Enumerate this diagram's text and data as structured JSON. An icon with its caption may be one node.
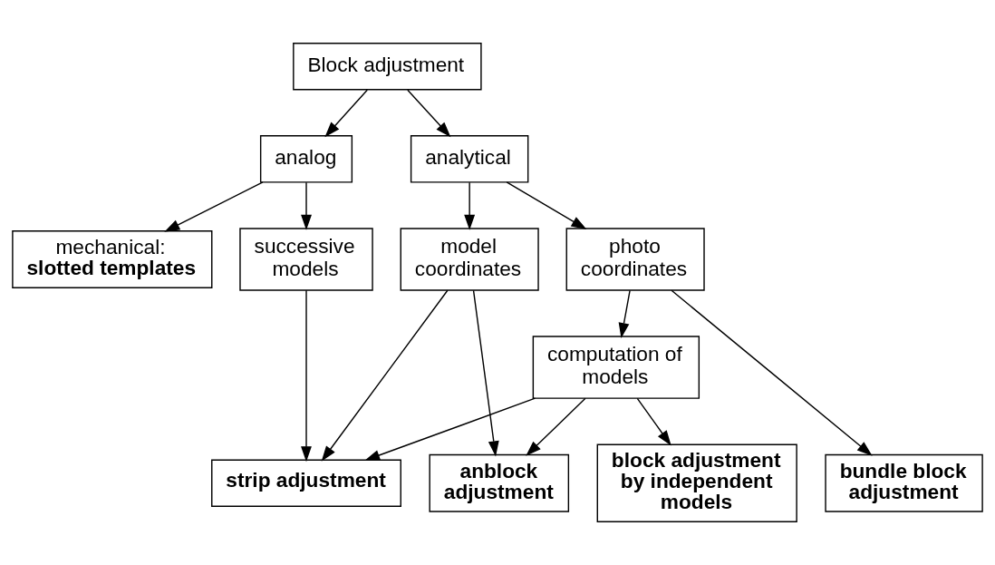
{
  "diagram": {
    "nodes": [
      {
        "text": [
          "Block adjustment"
        ]
      },
      {
        "text": [
          "analog"
        ]
      },
      {
        "text": [
          "analytical"
        ]
      },
      {
        "text": [
          "mechanical:",
          "slotted templates"
        ]
      },
      {
        "text": [
          "successive models"
        ]
      },
      {
        "text": [
          "model coordinates"
        ]
      },
      {
        "text": [
          "photo coordinates"
        ]
      },
      {
        "text": [
          "computation of models"
        ]
      },
      {
        "text": [
          "strip adjustment"
        ]
      },
      {
        "text": [
          "anblock adjustment"
        ]
      },
      {
        "text": [
          "block adjustment by independent models"
        ]
      },
      {
        "text": [
          "bundle block adjustment"
        ]
      }
    ],
    "edges": [
      {
        "from": 0,
        "to": 1,
        "arrow": "to"
      },
      {
        "from": 0,
        "to": 2,
        "arrow": "to"
      },
      {
        "from": 1,
        "to": 3,
        "arrow": "to"
      },
      {
        "from": 1,
        "to": 4,
        "arrow": "to"
      },
      {
        "from": 2,
        "to": 5,
        "arrow": "to"
      },
      {
        "from": 2,
        "to": 6,
        "arrow": "to"
      },
      {
        "from": 4,
        "to": 8,
        "arrow": "to"
      },
      {
        "from": 5,
        "to": 8,
        "arrow": "to"
      },
      {
        "from": 5,
        "to": 9,
        "arrow": "to"
      },
      {
        "from": 6,
        "to": 7,
        "arrow": "to"
      },
      {
        "from": 6,
        "to": 11,
        "arrow": "to"
      },
      {
        "from": 7,
        "to": 8,
        "arrow": "to"
      },
      {
        "from": 7,
        "to": 9,
        "arrow": "to"
      },
      {
        "from": 7,
        "to": 10,
        "arrow": "to"
      }
    ]
  }
}
